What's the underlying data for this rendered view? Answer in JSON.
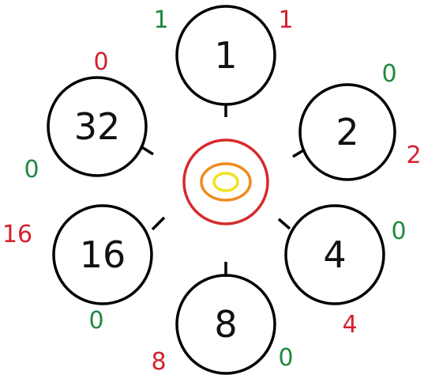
{
  "colors": {
    "green": "#1e8a3c",
    "red": "#d3202e",
    "stroke": "#000000",
    "target_outer": "#d62b2b",
    "target_middle": "#f08a1c",
    "target_inner": "#f2e21d"
  },
  "nodes": [
    {
      "value": "1",
      "left": {
        "text": "1",
        "color": "green"
      },
      "right": {
        "text": "1",
        "color": "red"
      }
    },
    {
      "value": "2",
      "left": {
        "text": "0",
        "color": "green"
      },
      "right": {
        "text": "2",
        "color": "red"
      }
    },
    {
      "value": "4",
      "left": {
        "text": "0",
        "color": "green"
      },
      "right": {
        "text": "4",
        "color": "red"
      }
    },
    {
      "value": "8",
      "left": {
        "text": "8",
        "color": "red"
      },
      "right": {
        "text": "0",
        "color": "green"
      }
    },
    {
      "value": "16",
      "left": {
        "text": "16",
        "color": "red"
      },
      "right": {
        "text": "0",
        "color": "green"
      }
    },
    {
      "value": "32",
      "left": {
        "text": "0",
        "color": "red"
      },
      "right": {
        "text": "0",
        "color": "green"
      }
    }
  ]
}
